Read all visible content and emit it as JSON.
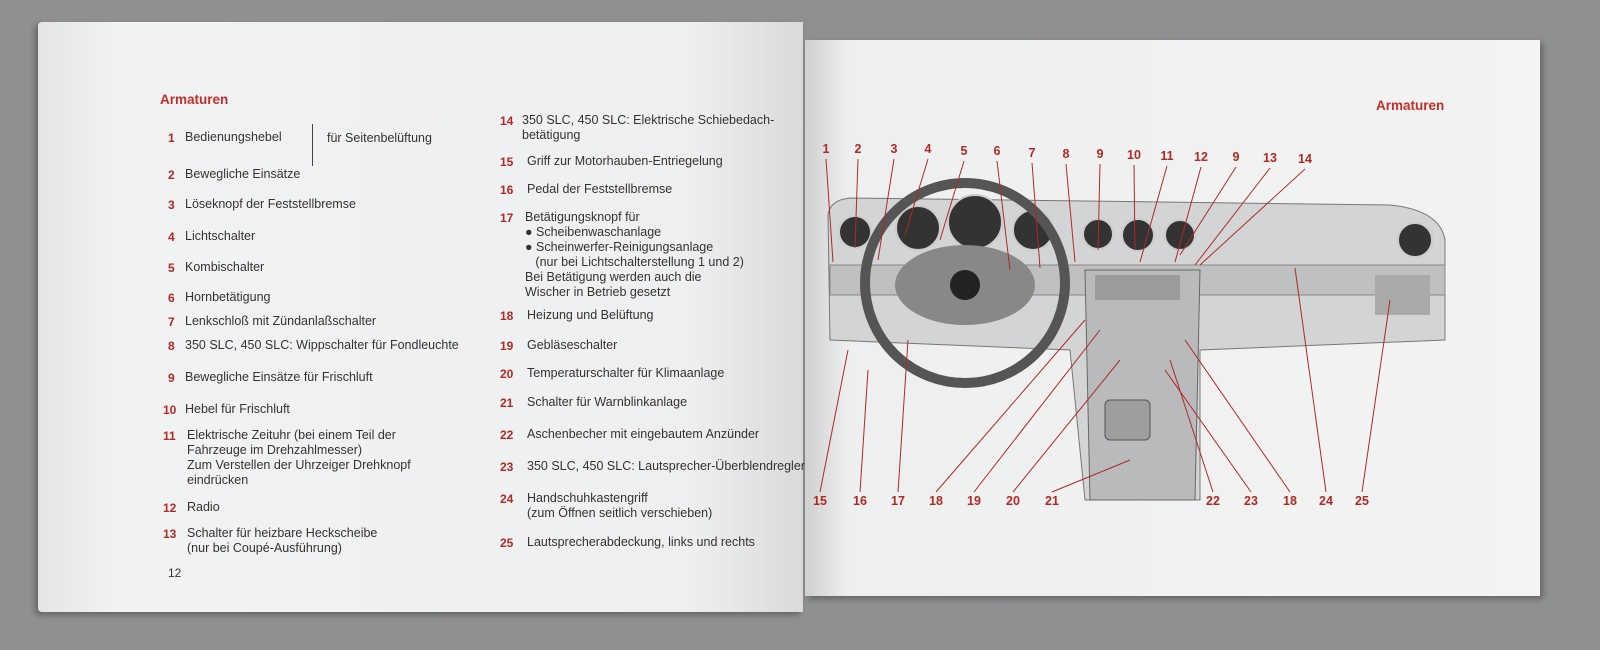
{
  "left_page": {
    "heading": "Armaturen",
    "page_number": "12",
    "bracket_note": "für Seitenbelüftung",
    "items": [
      {
        "num": "1",
        "text": "Bedienungshebel"
      },
      {
        "num": "2",
        "text": "Bewegliche Einsätze"
      },
      {
        "num": "3",
        "text": "Löseknopf der Feststellbremse"
      },
      {
        "num": "4",
        "text": "Lichtschalter"
      },
      {
        "num": "5",
        "text": "Kombischalter"
      },
      {
        "num": "6",
        "text": "Hornbetätigung"
      },
      {
        "num": "7",
        "text": "Lenkschloß mit Zündanlaßschalter"
      },
      {
        "num": "8",
        "text": "350 SLC, 450 SLC: Wippschalter für Fondleuchte"
      },
      {
        "num": "9",
        "text": "Bewegliche Einsätze für Frischluft"
      },
      {
        "num": "10",
        "text": "Hebel für Frischluft"
      },
      {
        "num": "11",
        "text": "Elektrische Zeituhr (bei einem Teil der\nFahrzeuge im Drehzahlmesser)\nZum Verstellen der Uhrzeiger Drehknopf\neindrücken"
      },
      {
        "num": "12",
        "text": "Radio"
      },
      {
        "num": "13",
        "text": "Schalter für heizbare Heckscheibe\n(nur bei Coupé-Ausführung)"
      },
      {
        "num": "14",
        "text": "350 SLC, 450 SLC: Elektrische Schiebedach-\nbetätigung"
      },
      {
        "num": "15",
        "text": "Griff zur Motorhauben-Entriegelung"
      },
      {
        "num": "16",
        "text": "Pedal der Feststellbremse"
      },
      {
        "num": "17",
        "text": "Betätigungsknopf für\n● Scheibenwaschanlage\n● Scheinwerfer-Reinigungsanlage\n   (nur bei Lichtschalterstellung 1 und 2)\nBei Betätigung werden auch die\nWischer in Betrieb gesetzt"
      },
      {
        "num": "18",
        "text": "Heizung und Belüftung"
      },
      {
        "num": "19",
        "text": "Gebläseschalter"
      },
      {
        "num": "20",
        "text": "Temperaturschalter für Klimaanlage"
      },
      {
        "num": "21",
        "text": "Schalter für Warnblinkanlage"
      },
      {
        "num": "22",
        "text": "Aschenbecher mit eingebautem Anzünder"
      },
      {
        "num": "23",
        "text": "350 SLC, 450 SLC: Lautsprecher-Überblendregler"
      },
      {
        "num": "24",
        "text": "Handschuhkastengriff\n(zum Öffnen seitlich verschieben)"
      },
      {
        "num": "25",
        "text": "Lautsprecherabdeckung, links und rechts"
      }
    ]
  },
  "right_page": {
    "heading": "Armaturen",
    "top_labels": [
      "1",
      "2",
      "3",
      "4",
      "5",
      "6",
      "7",
      "8",
      "9",
      "10",
      "11",
      "12",
      "9",
      "13",
      "14"
    ],
    "bottom_labels": [
      "15",
      "16",
      "17",
      "18",
      "19",
      "20",
      "21",
      "22",
      "23",
      "18",
      "24",
      "25"
    ]
  },
  "colors": {
    "accent": "#b02a24"
  }
}
